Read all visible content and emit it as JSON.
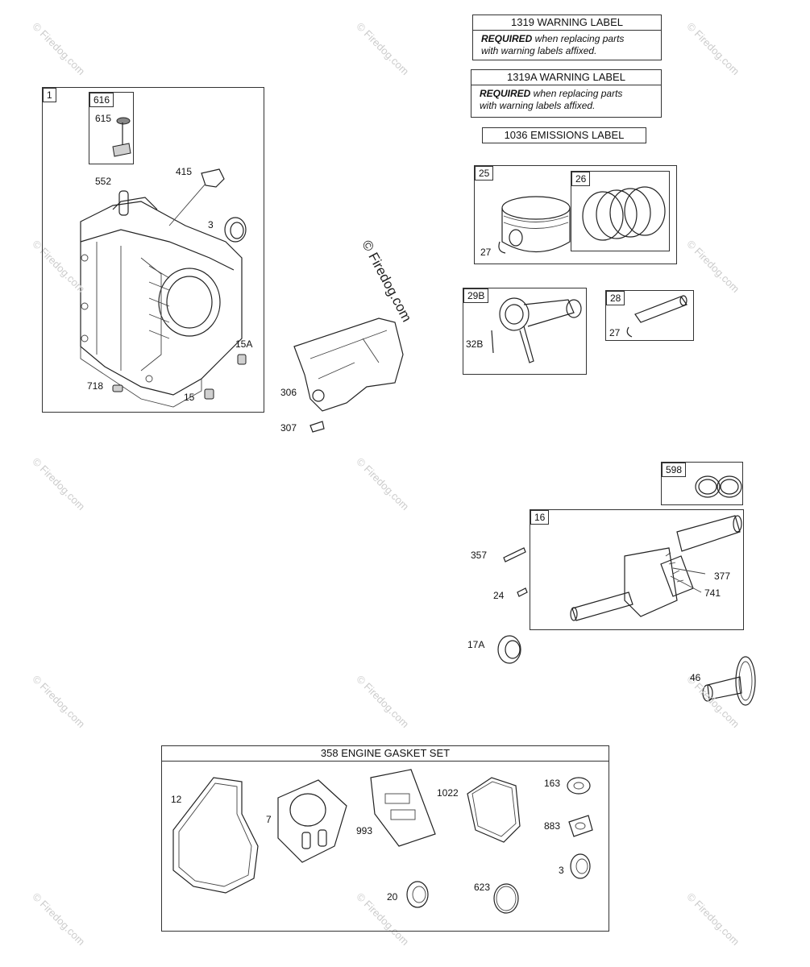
{
  "watermark": {
    "text": "© Firedog.com"
  },
  "labels": {
    "warning_1319": {
      "title": "1319 WARNING LABEL",
      "bold": "REQUIRED",
      "text1": " when replacing parts",
      "text2": "with warning labels affixed."
    },
    "warning_1319a": {
      "title": "1319A WARNING LABEL",
      "bold": "REQUIRED",
      "text1": " when replacing parts",
      "text2": "with warning labels affixed."
    },
    "emissions_1036": {
      "title": "1036 EMISSIONS LABEL"
    }
  },
  "groups": {
    "g1": "1",
    "g616": "616",
    "g25": "25",
    "g26": "26",
    "g29b": "29B",
    "g28": "28",
    "g598": "598",
    "g16": "16",
    "gasket_set": "358 ENGINE GASKET SET"
  },
  "parts": {
    "p615": "615",
    "p552": "552",
    "p415": "415",
    "p3": "3",
    "p15a": "15A",
    "p718": "718",
    "p15": "15",
    "p306": "306",
    "p307": "307",
    "p27a": "27",
    "p32b": "32B",
    "p27b": "27",
    "p357": "357",
    "p24": "24",
    "p377": "377",
    "p741": "741",
    "p17a": "17A",
    "p46": "46",
    "p12": "12",
    "p7": "7",
    "p993": "993",
    "p1022": "1022",
    "p163": "163",
    "p883": "883",
    "p3b": "3",
    "p20": "20",
    "p623": "623"
  }
}
